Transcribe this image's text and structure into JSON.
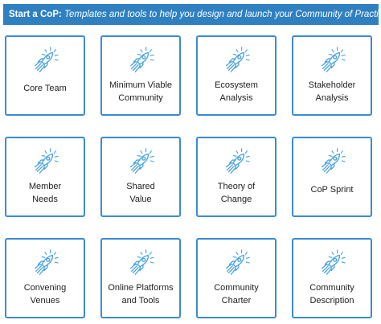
{
  "banner": {
    "lead": "Start a CoP:",
    "rest": " Templates and tools to help you design and launch your Community of Practice"
  },
  "colors": {
    "accent": "#3b8bd4",
    "banner": "#2f80c1",
    "icon": "#4aa3df"
  },
  "cards": [
    {
      "icon": "rocket-icon",
      "lines": [
        "Core Team"
      ]
    },
    {
      "icon": "rocket-icon",
      "lines": [
        "Minimum Viable",
        "Community"
      ]
    },
    {
      "icon": "rocket-icon",
      "lines": [
        "Ecosystem",
        "Analysis"
      ]
    },
    {
      "icon": "rocket-icon",
      "lines": [
        "Stakeholder",
        "Analysis"
      ]
    },
    {
      "icon": "rocket-icon",
      "lines": [
        "Member",
        "Needs"
      ]
    },
    {
      "icon": "rocket-icon",
      "lines": [
        "Shared",
        "Value"
      ]
    },
    {
      "icon": "rocket-icon",
      "lines": [
        "Theory of",
        "Change"
      ]
    },
    {
      "icon": "rocket-icon",
      "lines": [
        "CoP Sprint"
      ]
    },
    {
      "icon": "rocket-icon",
      "lines": [
        "Convening",
        "Venues"
      ]
    },
    {
      "icon": "rocket-icon",
      "lines": [
        "Online Platforms",
        "and Tools"
      ]
    },
    {
      "icon": "rocket-icon",
      "lines": [
        "Community",
        "Charter"
      ]
    },
    {
      "icon": "rocket-icon",
      "lines": [
        "Community",
        "Description"
      ]
    }
  ]
}
